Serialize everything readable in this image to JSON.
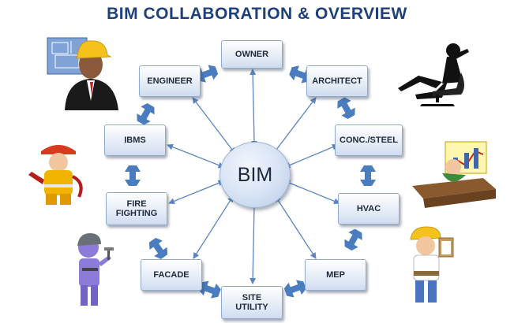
{
  "title": "BIM COLLABORATION & OVERVIEW",
  "hub": "BIM",
  "nodes": {
    "owner": "OWNER",
    "architect": "ARCHITECT",
    "conc_steel": "CONC./STEEL",
    "hvac": "HVAC",
    "mep": "MEP",
    "site_utility": "SITE\nUTILITY",
    "facade": "FACADE",
    "fire_fighting": "FIRE\nFIGHTING",
    "ibms": "IBMS",
    "engineer": "ENGINEER"
  },
  "colors": {
    "title": "#1f3f7a",
    "arrow": "#4a7cc0",
    "thin_arrow": "#5a85c2"
  },
  "illustrations": [
    "engineer-with-blueprint",
    "firefighter",
    "construction-worker-with-hammer",
    "businessman-in-chair",
    "person-at-desk-with-chart",
    "worker-with-clipboard"
  ]
}
